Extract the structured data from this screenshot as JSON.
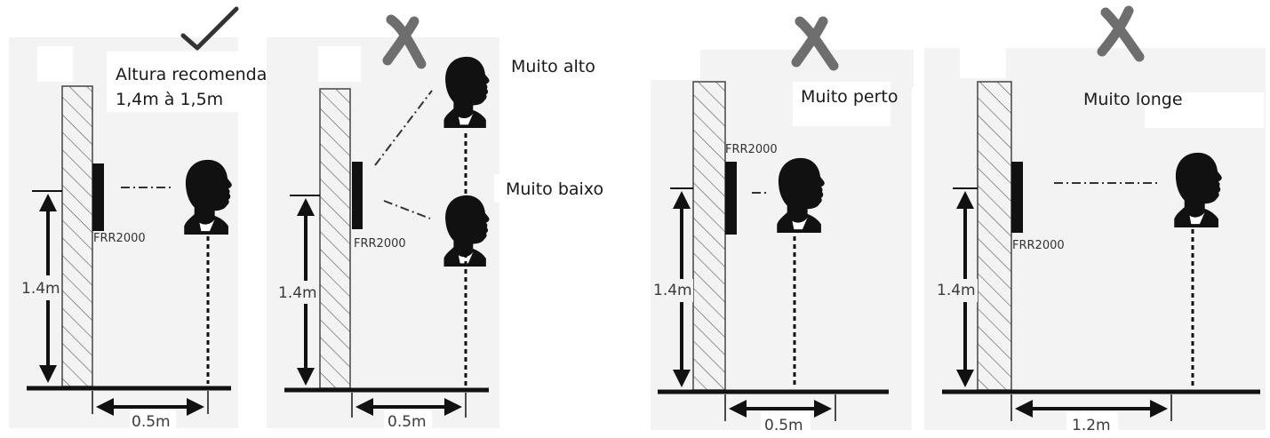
{
  "panels": [
    {
      "status_icon": "checkmark-icon",
      "annotation_lines": [
        "Altura recomendada:",
        "1,4m à 1,5m"
      ],
      "device_label": "FRR2000",
      "height_label": "1.4m",
      "distance_label": "0.5m"
    },
    {
      "status_icon": "cross-icon",
      "top_label": "Muito alto",
      "bottom_label": "Muito baixo",
      "device_label": "FRR2000",
      "height_label": "1.4m",
      "distance_label": "0.5m"
    },
    {
      "status_icon": "cross-icon",
      "title": "Muito perto",
      "device_label": "FRR2000",
      "height_label": "1.4m",
      "distance_label": "0.5m"
    },
    {
      "status_icon": "cross-icon",
      "title": "Muito longe",
      "device_label": "FRR2000",
      "height_label": "1.4m",
      "distance_label": "1.2m"
    }
  ],
  "colors": {
    "check": "#333333",
    "cross": "#6e6e6e",
    "ink": "#111111",
    "panel_bg": "#f3f3f3"
  }
}
